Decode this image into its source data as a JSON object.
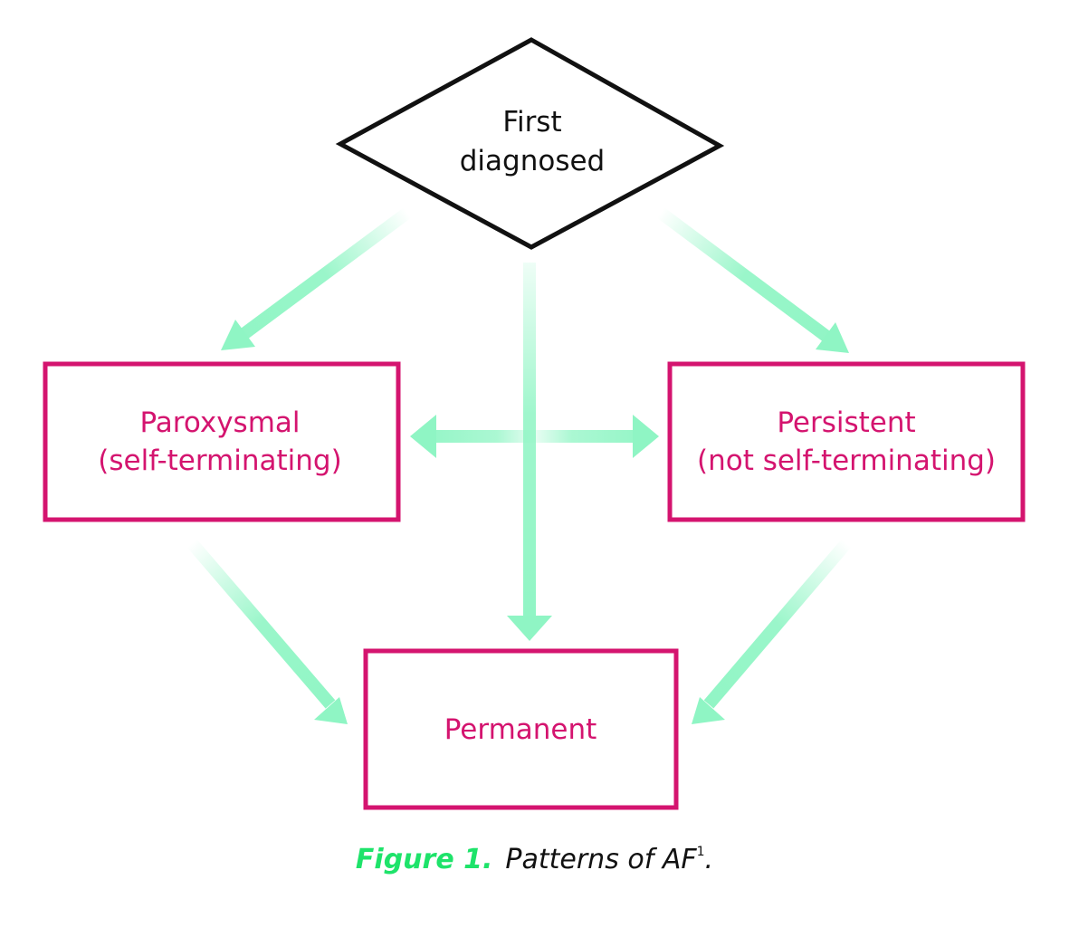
{
  "diagram": {
    "nodes": {
      "first_diagnosed": {
        "line1": "First",
        "line2": "diagnosed"
      },
      "paroxysmal": {
        "line1": "Paroxysmal",
        "line2": "(self-terminating)"
      },
      "persistent": {
        "line1": "Persistent",
        "line2": "(not self-terminating)"
      },
      "permanent": {
        "label": "Permanent"
      }
    },
    "edges": [
      {
        "from": "first_diagnosed",
        "to": "paroxysmal"
      },
      {
        "from": "first_diagnosed",
        "to": "persistent"
      },
      {
        "from": "first_diagnosed",
        "to": "permanent"
      },
      {
        "from": "paroxysmal",
        "to": "persistent",
        "bidirectional": true
      },
      {
        "from": "paroxysmal",
        "to": "permanent"
      },
      {
        "from": "persistent",
        "to": "permanent"
      }
    ]
  },
  "caption": {
    "label": "Figure 1.",
    "text": "Patterns of AF",
    "superscript": "1",
    "end": "."
  },
  "colors": {
    "box_border": "#d4146f",
    "box_text": "#d4146f",
    "diamond_border": "#111111",
    "arrow": "#8ff5c4",
    "caption_label": "#1ee36a"
  }
}
